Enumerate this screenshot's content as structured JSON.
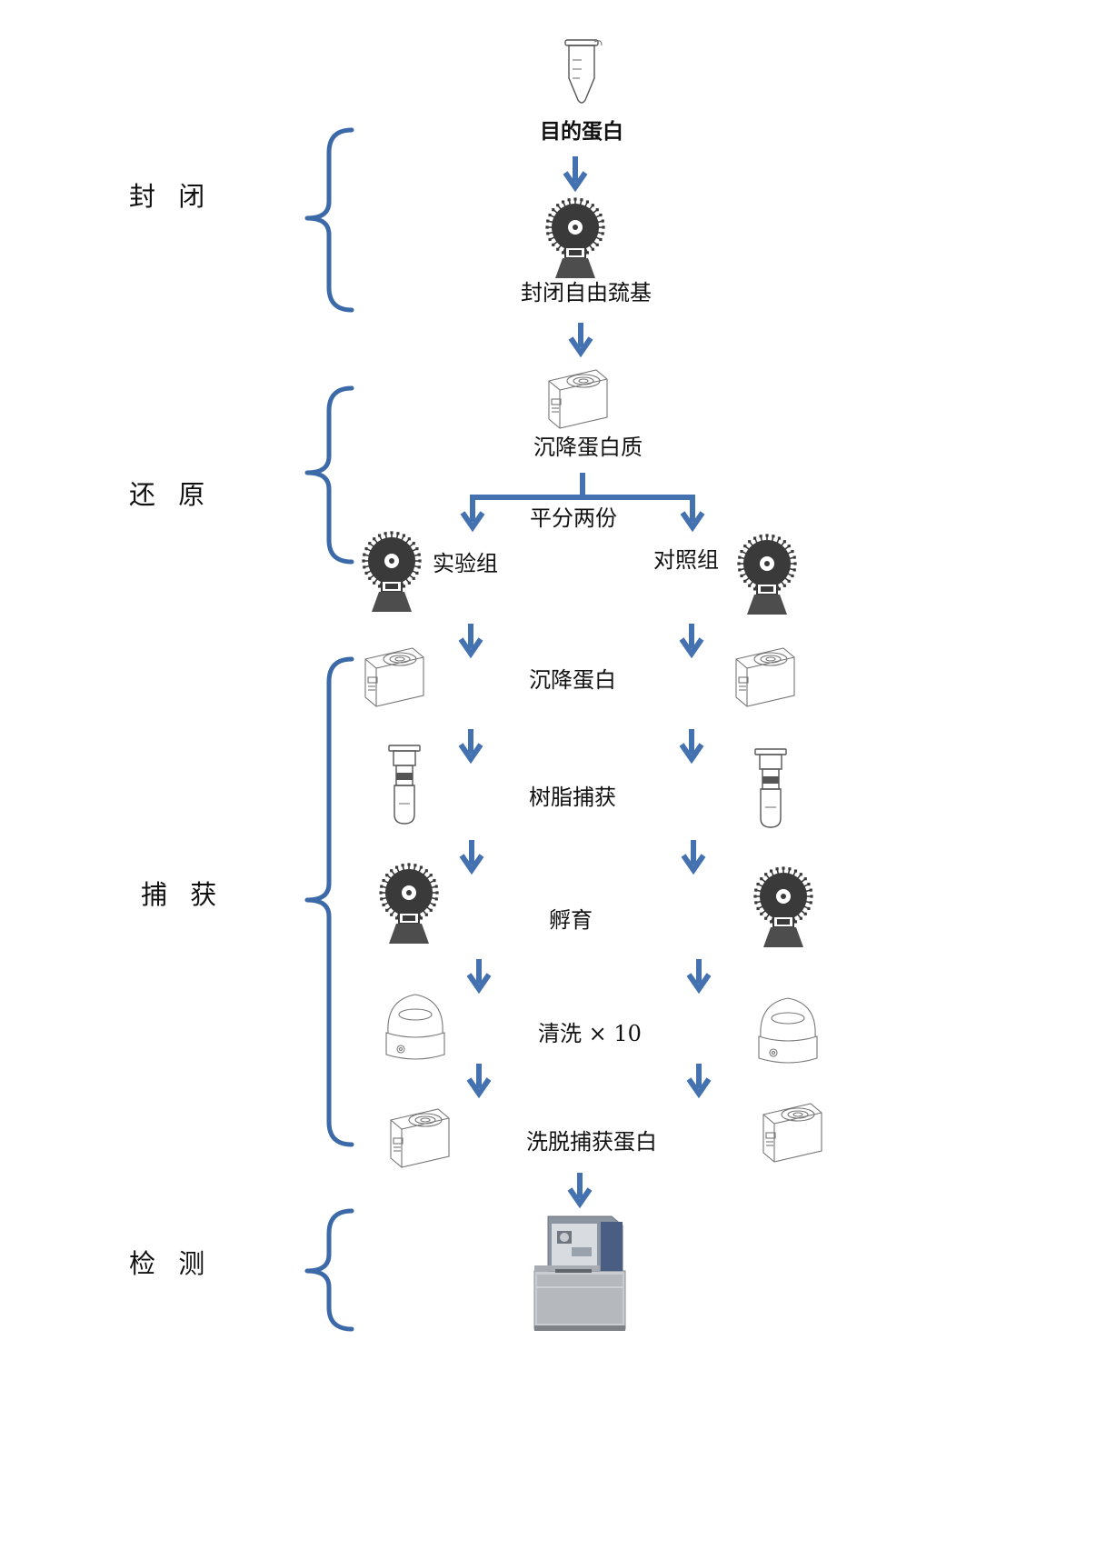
{
  "sections": [
    {
      "id": "block",
      "label": "封 闭"
    },
    {
      "id": "reduce",
      "label": "还 原"
    },
    {
      "id": "capture",
      "label": "捕 获"
    },
    {
      "id": "detect",
      "label": "检 测"
    }
  ],
  "steps": {
    "target_protein": "目的蛋白",
    "block_thiols": "封闭自由巯基",
    "precipitate_protein_quality": "沉降蛋白质",
    "split_equal": "平分两份",
    "experimental_group": "实验组",
    "control_group": "对照组",
    "precipitate_protein": "沉降蛋白",
    "resin_capture": "树脂捕获",
    "incubate": "孵育",
    "wash": "清洗 × 10",
    "elute": "洗脱捕获蛋白"
  },
  "icons": {
    "tube": "microcentrifuge-tube-icon",
    "rotator": "rotator-mixer-icon",
    "centrifuge": "benchtop-centrifuge-icon",
    "column": "resin-spin-column-icon",
    "mini_centrifuge": "mini-centrifuge-icon",
    "mass_spec": "mass-spectrometer-icon"
  },
  "colors": {
    "arrow": "#4472b0",
    "brace": "#3c6aa8",
    "text": "#111111",
    "rotator_body": "#3a3a3a"
  }
}
